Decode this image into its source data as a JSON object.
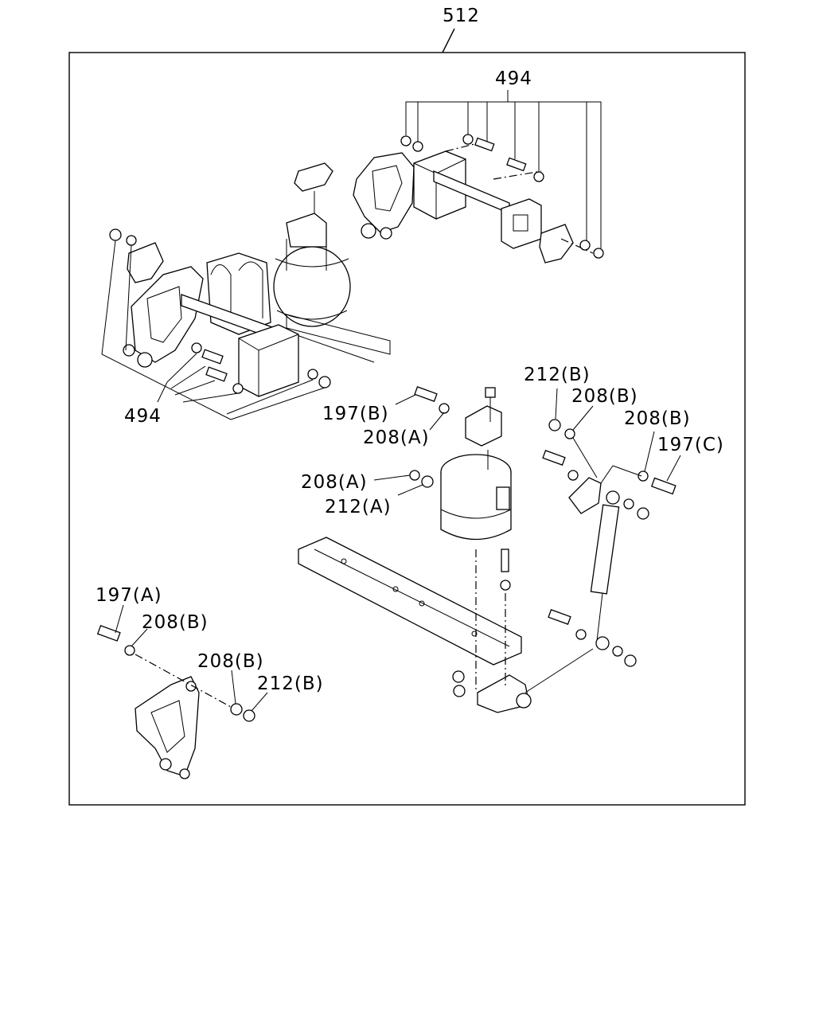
{
  "diagram": {
    "assembly_label": "512",
    "callouts": {
      "top_group": "494",
      "left_group": "494",
      "bolt_197b": "197(B)",
      "washer_208a_1": "208(A)",
      "washer_208a_2": "208(A)",
      "nut_212a": "212(A)",
      "nut_212b_1": "212(B)",
      "washer_208b_1": "208(B)",
      "washer_208b_2": "208(B)",
      "bolt_197c": "197(C)",
      "bolt_197a": "197(A)",
      "washer_208b_3": "208(B)",
      "washer_208b_4": "208(B)",
      "nut_212b_2": "212(B)"
    }
  }
}
